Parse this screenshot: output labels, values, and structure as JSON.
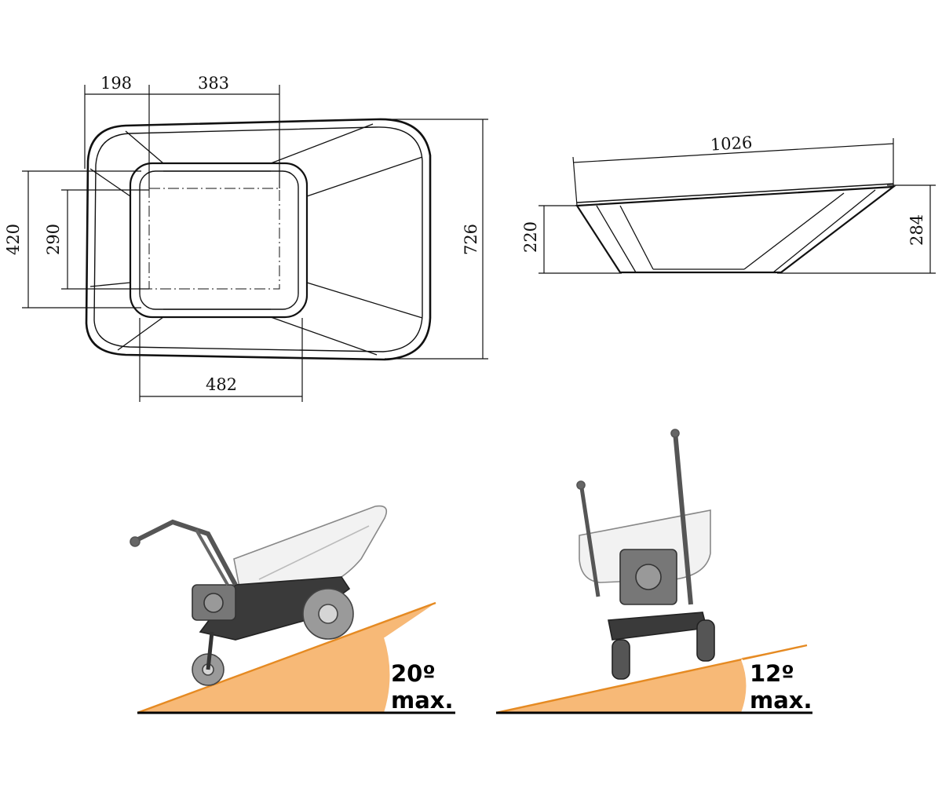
{
  "top_view": {
    "dims": {
      "d198": "198",
      "d383": "383",
      "d420": "420",
      "d290": "290",
      "d726": "726",
      "d482": "482"
    }
  },
  "side_view": {
    "dims": {
      "d1026": "1026",
      "d220": "220",
      "d284": "284"
    }
  },
  "slopes": [
    {
      "angle": "20º",
      "max": "max.",
      "fill_color": "#f7b977"
    },
    {
      "angle": "12º",
      "max": "max.",
      "fill_color": "#f7b977"
    }
  ],
  "colors": {
    "line": "#111111",
    "slope_fill": "#f7b977",
    "machine": "#8a8a8a"
  }
}
